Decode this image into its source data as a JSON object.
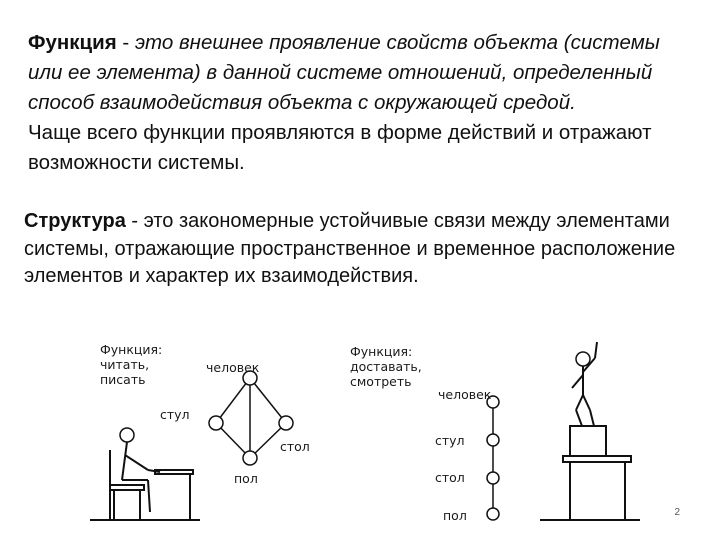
{
  "function_block": {
    "term": "Функция",
    "dash": " - ",
    "definition": "это внешнее проявление свойств объекта (системы или ее элемента) в данной системе отношений, определенный способ взаимодействия объекта с окружающей средой.",
    "note": "Чаще всего функции проявляются в форме действий и отражают возможности системы."
  },
  "structure_block": {
    "term": "Структура",
    "definition": " - это закономерные устойчивые связи между элементами системы, отражающие пространственное и временное расположение элементов и характер их взаимодействия."
  },
  "diagram_left": {
    "caption_line1": "Функция:",
    "caption_line2": "читать,",
    "caption_line3": "писать",
    "nodes": [
      "человек",
      "стул",
      "стол",
      "пол"
    ]
  },
  "diagram_right": {
    "caption_line1": "Функция:",
    "caption_line2": "доставать,",
    "caption_line3": "смотреть",
    "nodes": [
      "человек",
      "стул",
      "стол",
      "пол"
    ]
  },
  "page_number": "2"
}
